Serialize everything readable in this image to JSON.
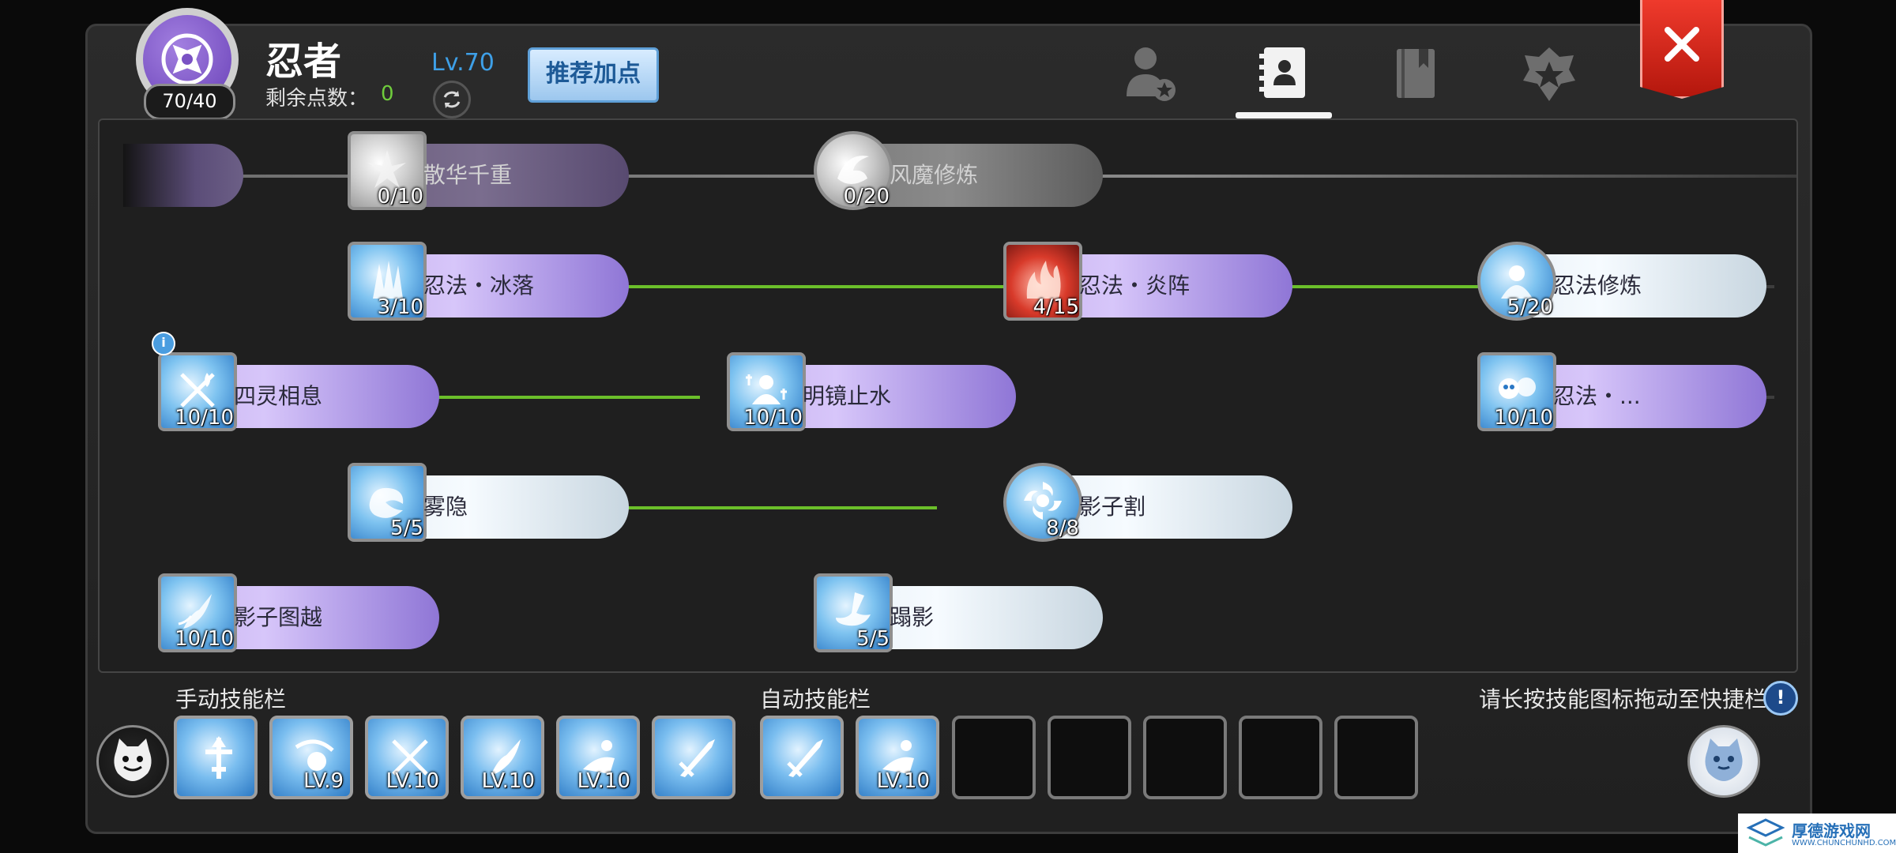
{
  "header": {
    "class_name": "忍者",
    "emblem_count": "70/40",
    "points_label": "剩余点数：",
    "points_value": "0",
    "level": "Lv.70",
    "recommend_label": "推荐加点",
    "tabs": [
      {
        "icon": "character-icon"
      },
      {
        "icon": "skill-book-icon",
        "active": true
      },
      {
        "icon": "codex-icon"
      },
      {
        "icon": "guild-emblem-icon"
      }
    ],
    "close_icon": "close-icon"
  },
  "tree": {
    "rows": [
      [
        {
          "name": "",
          "level": "",
          "style": "dim",
          "partial": true
        },
        {
          "name": "散华千重",
          "level": "0/10",
          "style": "dim"
        },
        {
          "name": "风魔修炼",
          "level": "0/20",
          "style": "grey"
        }
      ],
      [
        {
          "name": "忍法・冰落",
          "level": "3/10",
          "style": "purple"
        },
        {
          "name": "忍法・炎阵",
          "level": "4/15",
          "style": "purple"
        },
        {
          "name": "忍法修炼",
          "level": "5/20",
          "style": "light"
        }
      ],
      [
        {
          "name": "四灵相息",
          "level": "10/10",
          "style": "purple",
          "badge": "i"
        },
        {
          "name": "明镜止水",
          "level": "10/10",
          "style": "purple"
        },
        {
          "name": "忍法・...",
          "level": "10/10",
          "style": "purple"
        }
      ],
      [
        {
          "name": "雾隐",
          "level": "5/5",
          "style": "light"
        },
        {
          "name": "影子割",
          "level": "8/8",
          "style": "light"
        }
      ],
      [
        {
          "name": "影子图越",
          "level": "10/10",
          "style": "purple"
        },
        {
          "name": "蹋影",
          "level": "5/5",
          "style": "light"
        }
      ]
    ]
  },
  "manual_bar": {
    "title": "手动技能栏",
    "slots": [
      {
        "level": ""
      },
      {
        "level": "LV.9"
      },
      {
        "level": "LV.10"
      },
      {
        "level": "LV.10"
      },
      {
        "level": "LV.10"
      },
      {
        "level": ""
      }
    ]
  },
  "auto_bar": {
    "title": "自动技能栏",
    "slots": [
      {
        "level": ""
      },
      {
        "level": "LV.10"
      },
      {
        "level": null
      },
      {
        "level": null
      },
      {
        "level": null
      },
      {
        "level": null
      },
      {
        "level": null
      }
    ]
  },
  "hint": "请长按技能图标拖动至快捷栏",
  "watermark": {
    "text": "厚德游戏网",
    "sub": "WWW.CHUNCHUNHD.COM"
  },
  "colors": {
    "accent_blue": "#3ea0e8",
    "points_green": "#6fcc3c",
    "link_green": "#6bbf2a",
    "close_red": "#d8281c"
  }
}
